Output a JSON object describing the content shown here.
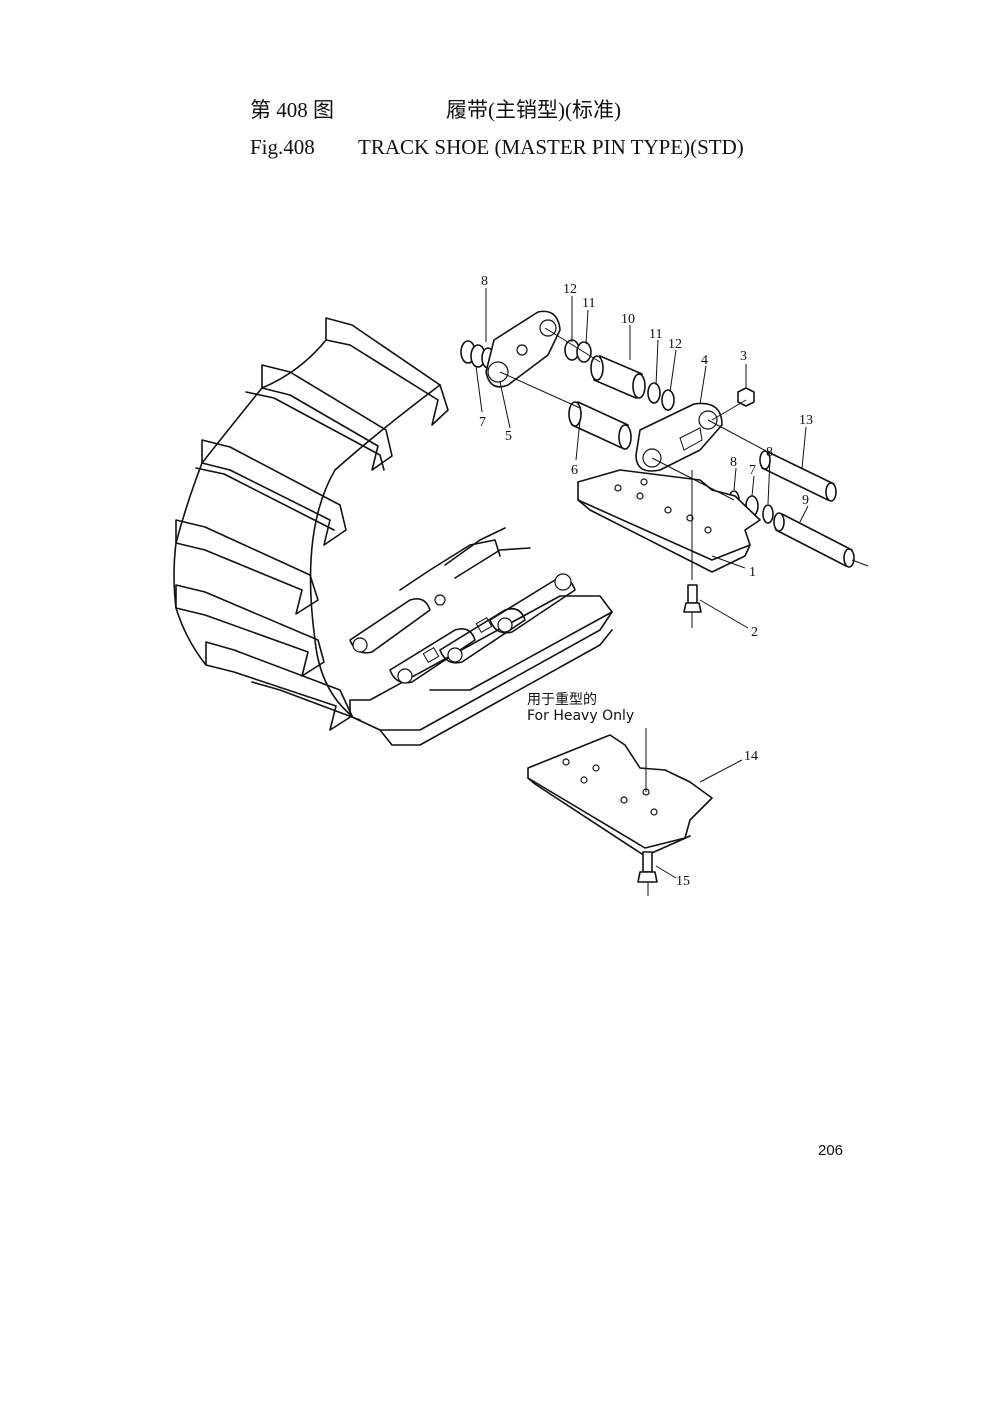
{
  "header": {
    "figure_cn": "第 408 图",
    "title_cn": "履带(主销型)(标准)",
    "figure_en": "Fig.408",
    "title_en": "TRACK SHOE (MASTER PIN TYPE)(STD)"
  },
  "callouts": [
    "8",
    "12",
    "11",
    "10",
    "11",
    "12",
    "4",
    "3",
    "7",
    "5",
    "6",
    "13",
    "8",
    "7",
    "8",
    "9",
    "1",
    "2",
    "14",
    "15"
  ],
  "note": {
    "cn": "用于重型的",
    "en": "For Heavy Only"
  },
  "page_number": "206"
}
